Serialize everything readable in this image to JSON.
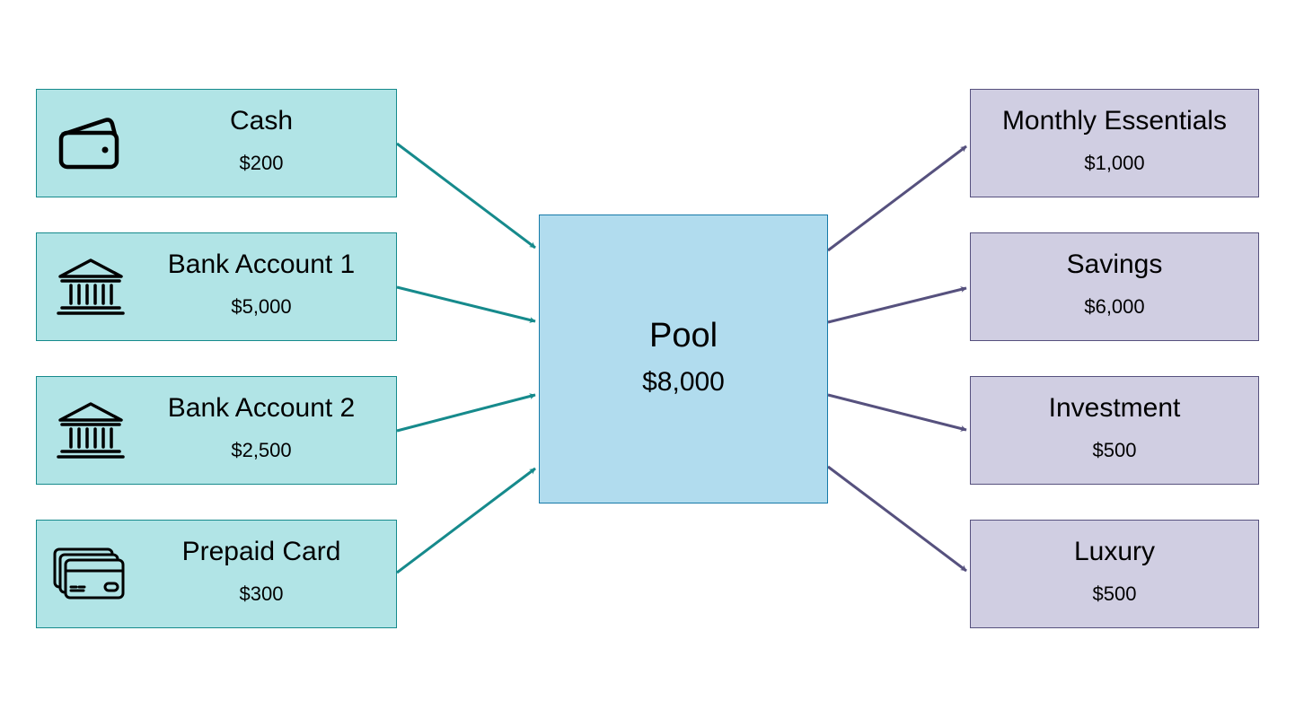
{
  "colors": {
    "source_fill": "#b1e4e6",
    "source_stroke": "#168a8c",
    "pool_fill": "#b1dcee",
    "pool_stroke": "#167aa8",
    "dest_fill": "#d0cee2",
    "dest_stroke": "#56517e"
  },
  "sources": [
    {
      "name": "Cash",
      "amount": "$200",
      "icon": "wallet-icon"
    },
    {
      "name": "Bank Account 1",
      "amount": "$5,000",
      "icon": "bank-icon"
    },
    {
      "name": "Bank Account 2",
      "amount": "$2,500",
      "icon": "bank-icon"
    },
    {
      "name": "Prepaid Card",
      "amount": "$300",
      "icon": "credit-cards-icon"
    }
  ],
  "pool": {
    "name": "Pool",
    "amount": "$8,000"
  },
  "destinations": [
    {
      "name": "Monthly Essentials",
      "amount": "$1,000"
    },
    {
      "name": "Savings",
      "amount": "$6,000"
    },
    {
      "name": "Investment",
      "amount": "$500"
    },
    {
      "name": "Luxury",
      "amount": "$500"
    }
  ]
}
